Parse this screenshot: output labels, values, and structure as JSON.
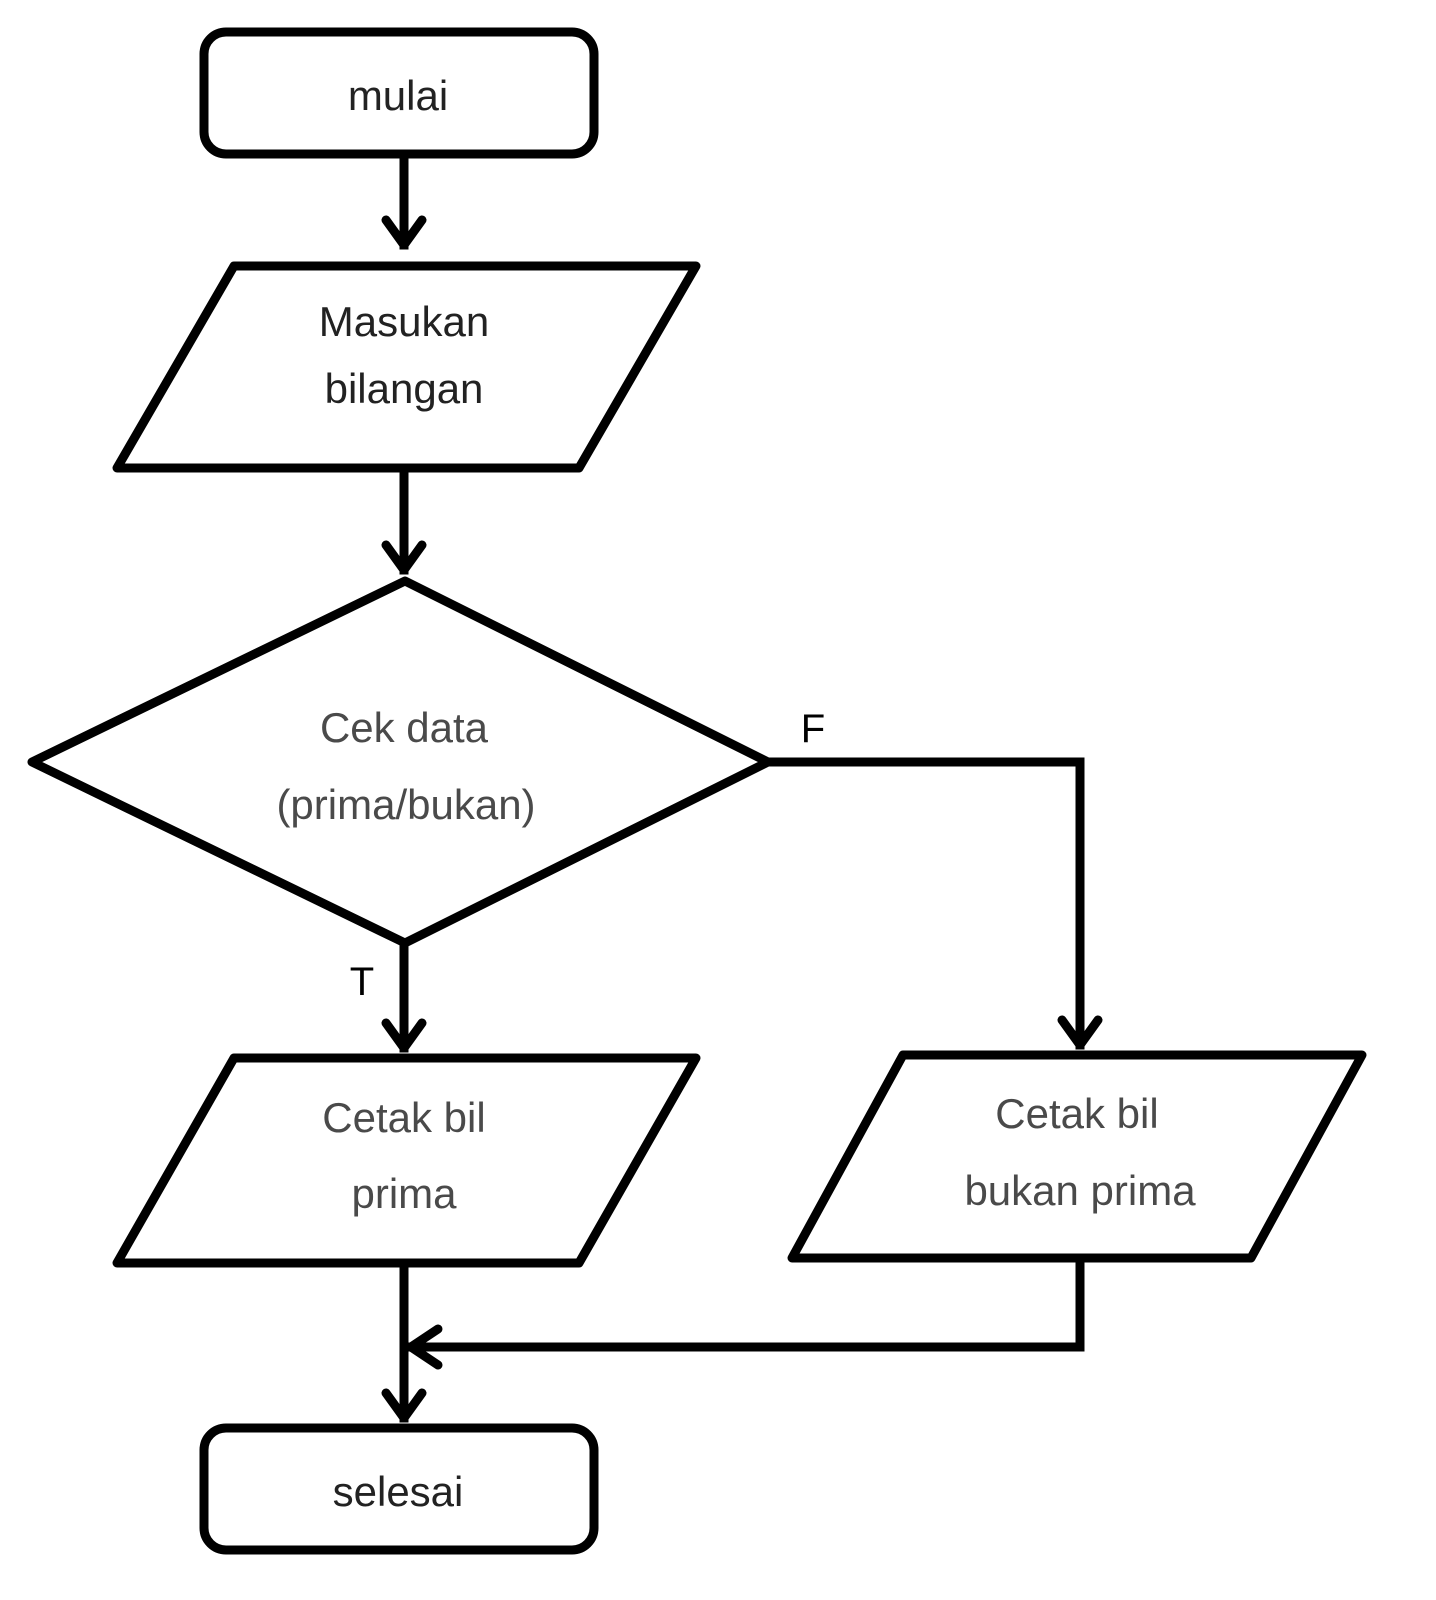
{
  "flowchart": {
    "start": {
      "label": "mulai"
    },
    "input": {
      "line1": "Masukan",
      "line2": "bilangan"
    },
    "decision": {
      "line1": "Cek data",
      "line2": "(prima/bukan)"
    },
    "true_branch": {
      "label": "T"
    },
    "false_branch": {
      "label": "F"
    },
    "output_prime": {
      "line1": "Cetak bil",
      "line2": "prima"
    },
    "output_not_prime": {
      "line1": "Cetak bil",
      "line2": "bukan prima"
    },
    "end": {
      "label": "selesai"
    }
  }
}
